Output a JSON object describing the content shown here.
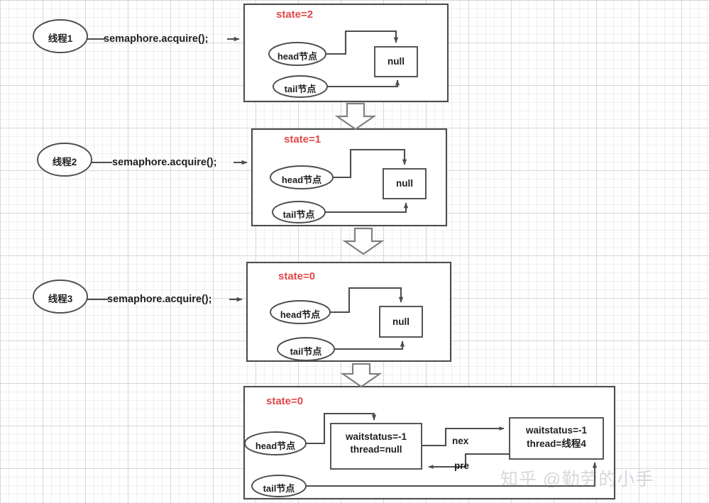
{
  "diagram": {
    "title": "AQS semaphore acquire state transition",
    "watermark": "知乎 @勤劳的小手",
    "colors": {
      "stroke": "#4d4d4d",
      "state_red": "#e0484a",
      "text": "#1f1f1f",
      "grid_major": "#bec3cd",
      "grid_minor": "#d7dce4",
      "canvas": "#ffffff"
    },
    "threads": [
      {
        "id": "t1",
        "label": "线程1",
        "action": "semaphore.acquire();"
      },
      {
        "id": "t2",
        "label": "线程2",
        "action": "semaphore.acquire();"
      },
      {
        "id": "t3",
        "label": "线程3",
        "action": "semaphore.acquire();"
      }
    ],
    "stages": [
      {
        "id": "stage1",
        "state_label": "state=2",
        "head_label": "head节点",
        "tail_label": "tail节点",
        "node_label": "null"
      },
      {
        "id": "stage2",
        "state_label": "state=1",
        "head_label": "head节点",
        "tail_label": "tail节点",
        "node_label": "null"
      },
      {
        "id": "stage3",
        "state_label": "state=0",
        "head_label": "head节点",
        "tail_label": "tail节点",
        "node_label": "null"
      },
      {
        "id": "stage4",
        "state_label": "state=0",
        "head_label": "head节点",
        "tail_label": "tail节点",
        "node1_line1": "waitstatus=-1",
        "node1_line2": "thread=null",
        "node2_line1": "waitstatus=-1",
        "node2_line2": "thread=线程4",
        "link_next_label": "nex",
        "link_prev_label": "pre"
      }
    ],
    "flow_arrows": [
      {
        "id": "flow-1-2"
      },
      {
        "id": "flow-2-3"
      },
      {
        "id": "flow-3-4"
      }
    ]
  }
}
